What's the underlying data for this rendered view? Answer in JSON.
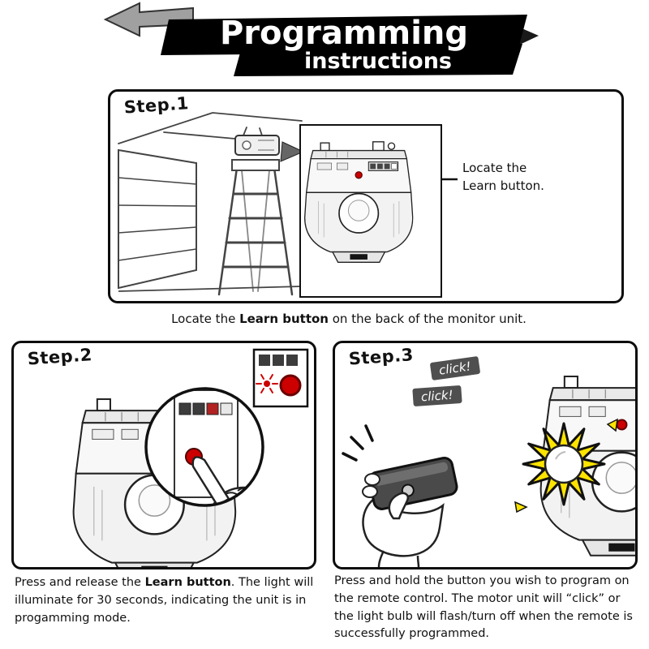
{
  "header": {
    "title": "Programming",
    "subtitle": "instructions"
  },
  "steps": [
    {
      "label": "Step.1",
      "callout": "Locate the Learn button.",
      "caption_pre": "Locate the ",
      "caption_bold": "Learn button",
      "caption_post": " on the back of the monitor unit."
    },
    {
      "label": "Step.2",
      "caption_pre": "Press and release the ",
      "caption_bold": "Learn button",
      "caption_post": ". The light will illuminate for 30 seconds, indicating the unit is in progamming mode."
    },
    {
      "label": "Step.3",
      "bubbles": [
        "click!",
        "click!"
      ],
      "caption": "Press and hold the button you wish to program on the remote control. The motor unit will “click” or the light bulb will flash/turn off when the remote is successfully programmed."
    }
  ],
  "colors": {
    "learn_button_red": "#cc0000",
    "flash_yellow": "#ffe400",
    "banner_black": "#000000",
    "bubble_gray": "#4f4f4f"
  },
  "icons": {
    "header_arrow_icon": "left-block-arrow",
    "callout_arrow_icon": "left-arrow",
    "scene_pointer_icon": "right-triangle"
  }
}
